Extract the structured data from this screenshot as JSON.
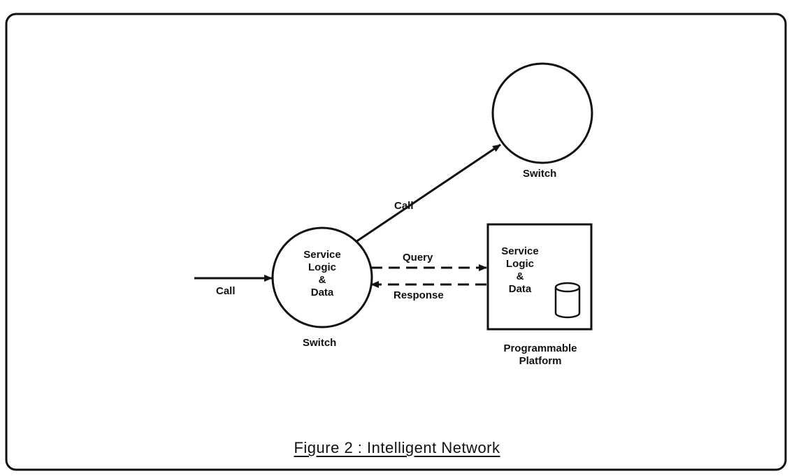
{
  "labels": {
    "top_switch": "Switch",
    "call_outgoing": "Call",
    "call_incoming": "Call",
    "query": "Query",
    "response": "Response",
    "local_switch": "Switch",
    "programmable_platform_line1": "Programmable",
    "programmable_platform_line2": "Platform"
  },
  "local_switch_text": [
    "Service",
    "Logic",
    "&",
    "Data"
  ],
  "platform_text": [
    "Service",
    "Logic",
    "&",
    "Data"
  ],
  "caption": "Figure 2 :  Intelligent Network",
  "colors": {
    "ink": "#111111",
    "background": "#ffffff"
  }
}
